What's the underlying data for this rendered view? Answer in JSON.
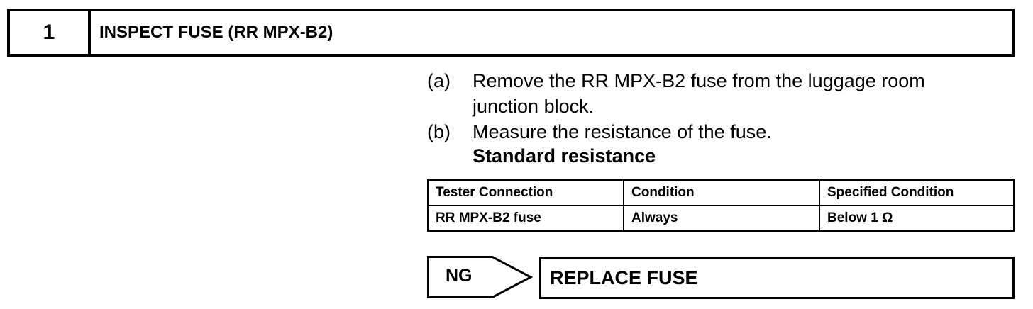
{
  "step": {
    "number": "1",
    "title": "INSPECT FUSE (RR MPX-B2)"
  },
  "instructions": [
    {
      "marker": "(a)",
      "lines": [
        "Remove the RR MPX-B2 fuse from the luggage room",
        "junction block."
      ]
    },
    {
      "marker": "(b)",
      "lines": [
        "Measure the resistance of the fuse."
      ]
    }
  ],
  "standard_title": "Standard resistance",
  "table": {
    "headers": [
      "Tester Connection",
      "Condition",
      "Specified Condition"
    ],
    "rows": [
      [
        "RR MPX-B2 fuse",
        "Always",
        "Below 1 Ω"
      ]
    ]
  },
  "result": {
    "ng_label": "NG",
    "action": "REPLACE FUSE"
  }
}
